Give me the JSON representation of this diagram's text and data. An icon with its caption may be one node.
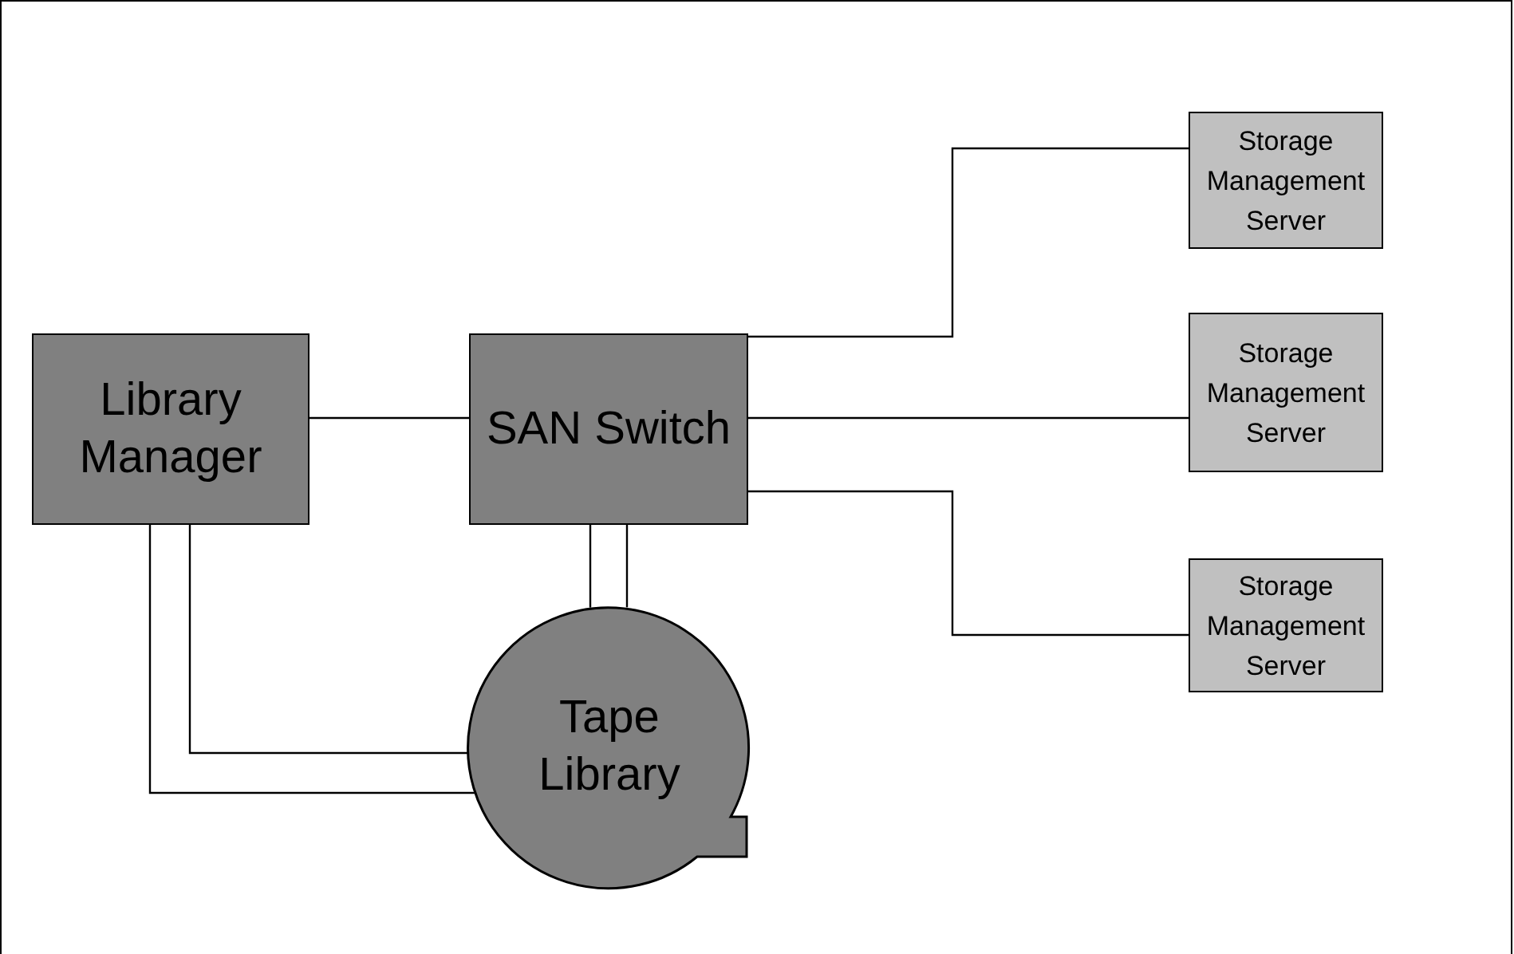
{
  "diagram": {
    "nodes": [
      {
        "text": [
          "Library Manager"
        ]
      },
      {
        "text": [
          "SAN Switch"
        ]
      },
      {
        "text": [
          "Storage Management Server"
        ]
      },
      {
        "text": [
          "Storage Management Server"
        ]
      },
      {
        "text": [
          "Storage Management Server"
        ]
      },
      {
        "text": [
          "Tape Library"
        ]
      }
    ],
    "edges": [
      {
        "from": 0,
        "to": 1,
        "arrow": "none"
      },
      {
        "from": 1,
        "to": 2,
        "arrow": "none"
      },
      {
        "from": 1,
        "to": 3,
        "arrow": "none"
      },
      {
        "from": 1,
        "to": 4,
        "arrow": "none"
      },
      {
        "from": 1,
        "to": 5,
        "arrow": "none"
      },
      {
        "from": 1,
        "to": 5,
        "arrow": "none"
      },
      {
        "from": 0,
        "to": 5,
        "arrow": "none"
      },
      {
        "from": 0,
        "to": 5,
        "arrow": "none"
      }
    ]
  }
}
